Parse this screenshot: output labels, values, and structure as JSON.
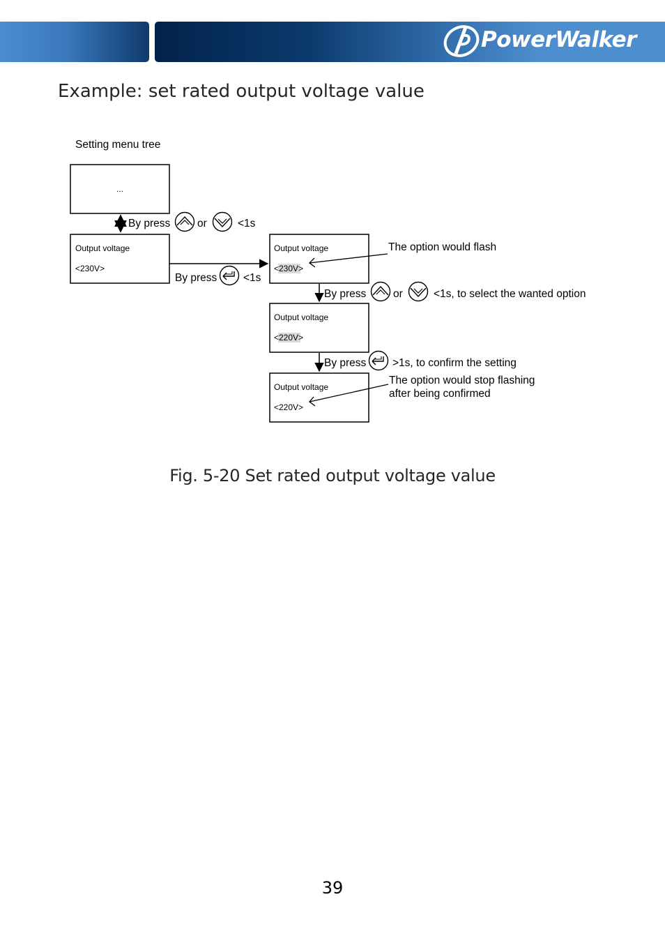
{
  "header": {
    "brand": "PowerWalker",
    "colors": {
      "dark": "#03224a",
      "light": "#4c8ccf"
    }
  },
  "title": "Example: set rated output voltage value",
  "diagram": {
    "tree_label": "Setting menu tree",
    "boxes": {
      "top": {
        "text": "..."
      },
      "left": {
        "title": "Output voltage",
        "value": "<230V>"
      },
      "r1": {
        "title": "Output voltage",
        "value": "<230V>"
      },
      "r2": {
        "title": "Output voltage",
        "value": "<220V>"
      },
      "r3": {
        "title": "Output voltage",
        "value": "<220V>"
      }
    },
    "actions": {
      "a1": {
        "by": "By press",
        "or": "or",
        "time": "<1s"
      },
      "a2": {
        "by": "By press",
        "time": "<1s"
      },
      "a3": {
        "by": "By press",
        "or": "or",
        "tail": "<1s, to select the wanted option"
      },
      "a4": {
        "by": "By press",
        "tail": ">1s, to confirm the setting"
      }
    },
    "notes": {
      "flash": "The option would flash",
      "stop_line1": "The option would stop flashing",
      "stop_line2": "after being confirmed"
    },
    "icons": [
      "up-button-icon",
      "down-button-icon",
      "enter-button-icon"
    ]
  },
  "caption": "Fig. 5-20 Set rated output voltage value",
  "page_number": "39"
}
